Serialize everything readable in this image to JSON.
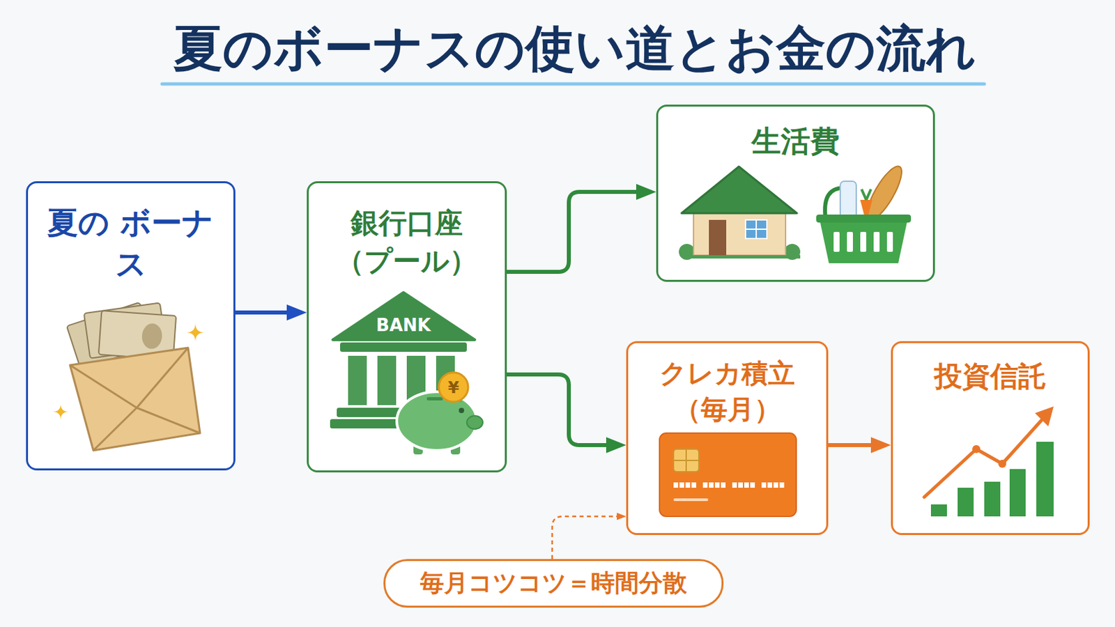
{
  "diagram": {
    "title": "夏のボーナスの使い道とお金の流れ",
    "nodes": [
      {
        "text": [
          "夏の ボーナス"
        ]
      },
      {
        "text": [
          "銀行口座 （プール）"
        ]
      },
      {
        "text": [
          "生活費"
        ]
      },
      {
        "text": [
          "クレカ積立 （毎月）"
        ]
      },
      {
        "text": [
          "投資信託"
        ]
      },
      {
        "text": [
          "毎月コツコツ＝時間分散"
        ]
      }
    ],
    "edges": [
      {
        "from": 0,
        "to": 1,
        "arrow": "to"
      },
      {
        "from": 1,
        "to": 2,
        "arrow": "to"
      },
      {
        "from": 1,
        "to": 3,
        "arrow": "to"
      },
      {
        "from": 3,
        "to": 4,
        "arrow": "to"
      },
      {
        "from": 5,
        "to": 3,
        "arrow": "to"
      }
    ],
    "labels": [
      "BANK",
      "¥"
    ]
  }
}
